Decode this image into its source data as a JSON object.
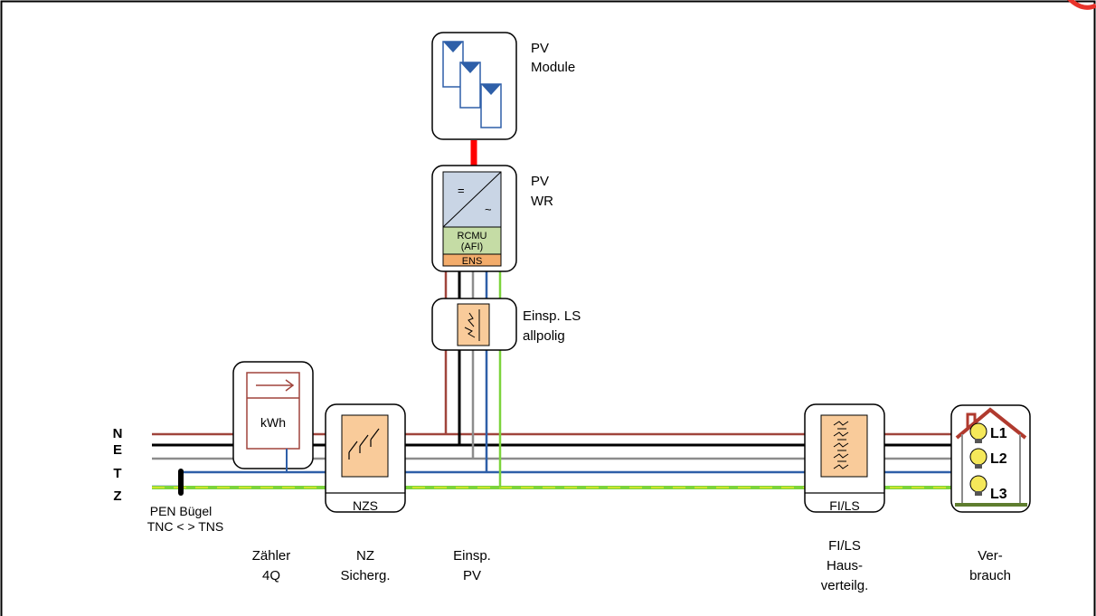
{
  "colors": {
    "l1": "#a0443c",
    "l2": "#000000",
    "l3": "#8c8c8c",
    "n": "#2e5fa8",
    "pe_green": "#7cd43c",
    "pe_yellow": "#e8e82a",
    "dc": "#ff0000",
    "inverter_bg": "#c9d5e5",
    "rcmu_bg": "#c5dca5",
    "ens_bg": "#f3ac6b",
    "breaker_bg": "#f9cb9a",
    "module_blue": "#2e5fa8",
    "house_roof": "#b03a2e",
    "lamp_yellow": "#f5e85a"
  },
  "netz_letters": [
    "N",
    "E",
    "T",
    "Z"
  ],
  "pv_module": {
    "line1": "PV",
    "line2": "Module"
  },
  "inverter": {
    "line1": "PV",
    "line2": "WR",
    "dc_symbol": "=",
    "ac_symbol": "~",
    "rcmu_line1": "RCMU",
    "rcmu_line2": "(AFI)",
    "ens": "ENS"
  },
  "feed_breaker": {
    "line1": "Einsp. LS",
    "line2": "allpolig"
  },
  "meter": {
    "unit": "kWh"
  },
  "nzs": {
    "label": "NZS"
  },
  "fils": {
    "label": "FI/LS"
  },
  "pen": {
    "line1": "PEN Bügel",
    "line2": "TNC < > TNS"
  },
  "house": {
    "lamps": [
      "L1",
      "L2",
      "L3"
    ]
  },
  "bottom": {
    "zaehler": {
      "line1": "Zähler",
      "line2": "4Q"
    },
    "nz": {
      "line1": "NZ",
      "line2": "Sicherg."
    },
    "einsp": {
      "line1": "Einsp.",
      "line2": "PV"
    },
    "fils": {
      "line1": "FI/LS",
      "line2": "Haus-",
      "line3": "verteilg."
    },
    "verbrauch": {
      "line1": "Ver-",
      "line2": "brauch"
    }
  }
}
